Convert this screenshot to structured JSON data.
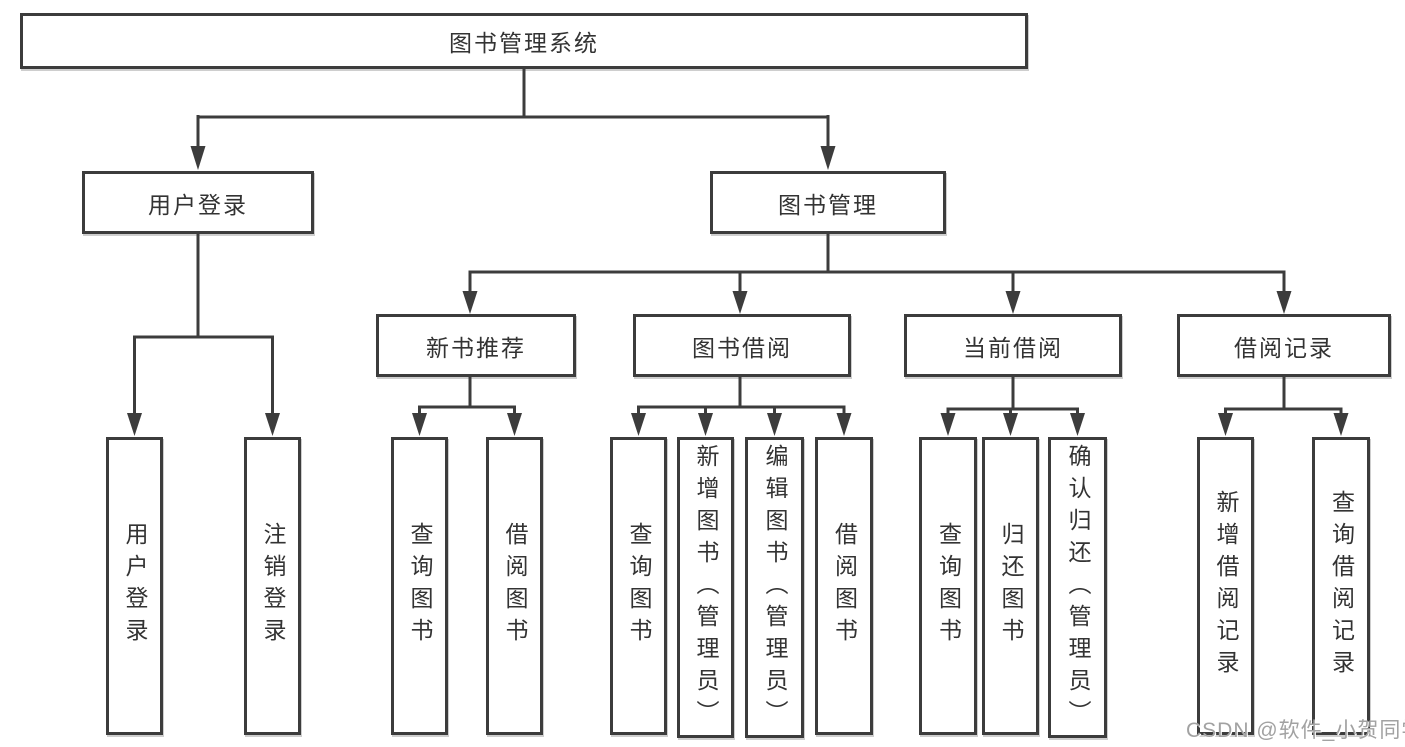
{
  "diagram": {
    "root": {
      "label": "图书管理系统"
    },
    "level1": [
      {
        "label": "用户登录"
      },
      {
        "label": "图书管理"
      }
    ],
    "level2": [
      {
        "label": "新书推荐"
      },
      {
        "label": "图书借阅"
      },
      {
        "label": "当前借阅"
      },
      {
        "label": "借阅记录"
      }
    ],
    "leaves": [
      {
        "label": "用户登录"
      },
      {
        "label": "注销登录"
      },
      {
        "label": "查询图书"
      },
      {
        "label": "借阅图书"
      },
      {
        "label": "查询图书"
      },
      {
        "label": "新增图书（管理员）"
      },
      {
        "label": "编辑图书（管理员）"
      },
      {
        "label": "借阅图书"
      },
      {
        "label": "查询图书"
      },
      {
        "label": "归还图书"
      },
      {
        "label": "确认归还（管理员）"
      },
      {
        "label": "新增借阅记录"
      },
      {
        "label": "查询借阅记录"
      }
    ]
  },
  "watermark": {
    "text": "CSDN @软件_小贺同学"
  },
  "colors": {
    "line": "#3c3c3c",
    "box_border": "#3c3c3c",
    "text": "#333333",
    "watermark": "#a2a2a2",
    "background": "#ffffff"
  }
}
